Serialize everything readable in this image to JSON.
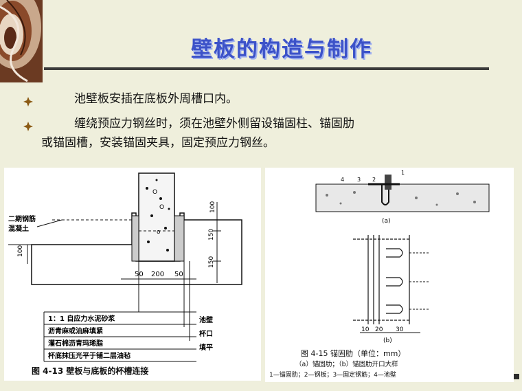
{
  "slide": {
    "title": "壁板的构造与制作",
    "bullets": [
      "池壁板安插在底板外周槽口内。",
      "缠绕预应力钢丝时，须在池壁外侧留设锚固柱、锚固肋或锚固槽，安装锚固夹具，固定预应力钢丝。"
    ],
    "bullet2_line1": "缠绕预应力钢丝时，须在池壁外侧留设锚固柱、锚固肋",
    "bullet2_line2": "或锚固槽，安装锚固夹具，固定预应力钢丝。"
  },
  "fig413": {
    "caption": "图 4-13    壁板与底板的杯槽连接",
    "label_concrete_1": "二期钢筋",
    "label_concrete_2": "混凝土",
    "dim_100_left": "100",
    "dim_top_100": "100",
    "dim_150_a": "150",
    "dim_150_b": "150",
    "dim_bottom": [
      "50",
      "200",
      "50"
    ],
    "legend_rows": [
      "1：1 自应力水泥砂浆",
      "沥青麻或油麻填紧",
      "灌石棉沥青玛琋脂",
      "杯底抹压光平于铺二层油毡"
    ],
    "legend_right": [
      "池壁",
      "杯口",
      "填平"
    ]
  },
  "fig415": {
    "num_labels": [
      "4",
      "3",
      "2",
      "1"
    ],
    "sub_a": "(a)",
    "sub_b": "(b)",
    "dims": [
      "10",
      "20",
      "30"
    ],
    "caption": "图 4-15    锚固肋（单位：mm）",
    "caption2": "（a）锚固肋；（b）锚固肋开口大样",
    "caption3": "1—锚固肋；2—钢板；3—固定钢筋；4—池壁"
  },
  "colors": {
    "title": "#3c52c8",
    "background": "#efefdc",
    "rule": "#3b3b3b"
  }
}
